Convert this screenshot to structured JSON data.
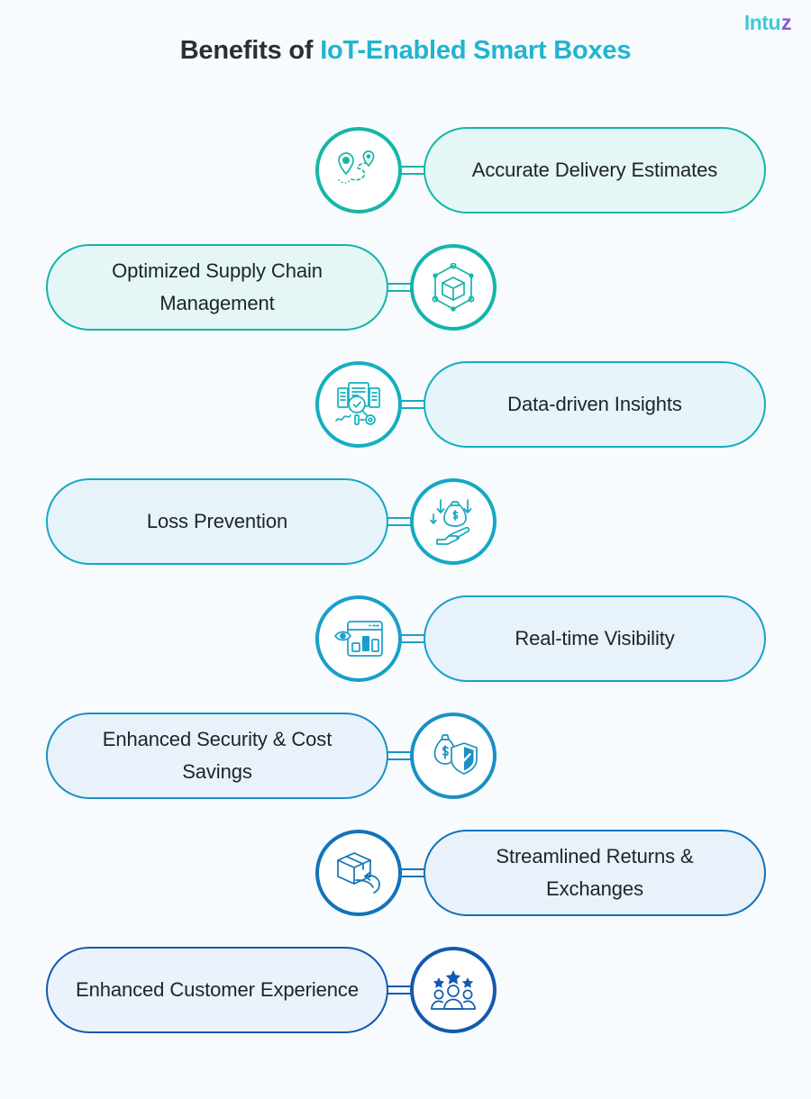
{
  "logo": {
    "main": "Intu",
    "accent": "z",
    "main_color": "#3ec8dd",
    "accent_color": "#8b59c9"
  },
  "title": {
    "lead": "Benefits of ",
    "highlight": "IoT-Enabled Smart Boxes",
    "lead_color": "#2b2f33",
    "highlight_color": "#21b4cf"
  },
  "background_color": "#f7fbfd",
  "text_color": "#20242a",
  "benefits": [
    {
      "label": "Accurate Delivery Estimates",
      "icon": "location-route-icon",
      "side": "right",
      "accent": "#16b6a6",
      "fill": "#e4f7f5"
    },
    {
      "label": "Optimized Supply Chain Management",
      "icon": "network-box-icon",
      "side": "left",
      "accent": "#15b4ac",
      "fill": "#e4f7f6"
    },
    {
      "label": "Data-driven Insights",
      "icon": "document-magnifier-icon",
      "side": "right",
      "accent": "#16aec0",
      "fill": "#e5f5f9"
    },
    {
      "label": "Loss Prevention",
      "icon": "money-bag-down-arrow-icon",
      "side": "left",
      "accent": "#15a8c4",
      "fill": "#e6f4fa"
    },
    {
      "label": "Real-time Visibility",
      "icon": "eye-dashboard-icon",
      "side": "right",
      "accent": "#1a9fc9",
      "fill": "#e8f2fa"
    },
    {
      "label": "Enhanced Security & Cost Savings",
      "icon": "money-shield-icon",
      "side": "left",
      "accent": "#1a90c4",
      "fill": "#e9f2fb"
    },
    {
      "label": "Streamlined Returns & Exchanges",
      "icon": "box-return-arrow-icon",
      "side": "right",
      "accent": "#1273b8",
      "fill": "#e9f1fb"
    },
    {
      "label": "Enhanced Customer Experience",
      "icon": "people-stars-icon",
      "side": "left",
      "accent": "#1359ae",
      "fill": "#eaf2fb"
    }
  ]
}
